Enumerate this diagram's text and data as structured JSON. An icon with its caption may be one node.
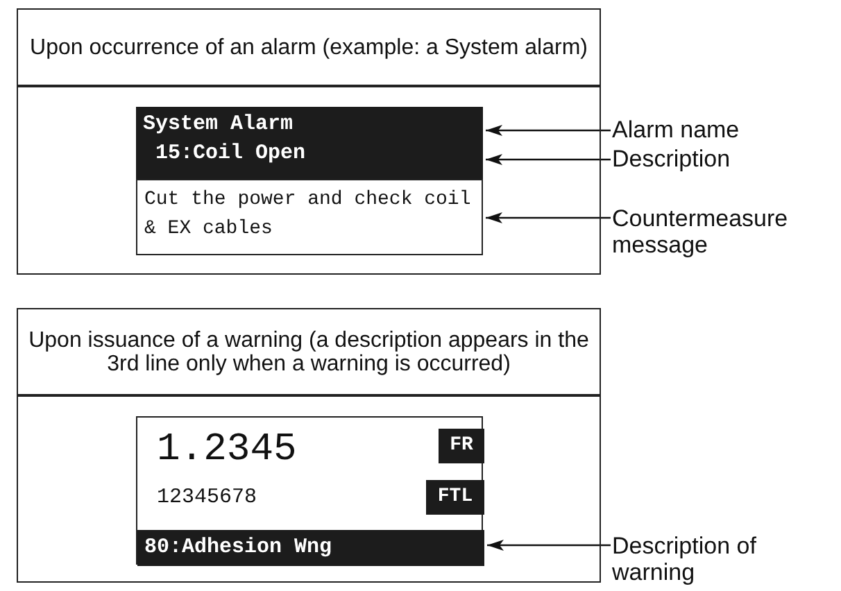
{
  "diagram": {
    "nodes": [
      {
        "text": [
          "Upon occurrence of an alarm (example: a System alarm)"
        ]
      },
      {
        "text": [
          "System Alarm",
          "15:Coil Open"
        ],
        "in": 0
      },
      {
        "text": [
          "Cut the power and check coil & EX cables"
        ],
        "in": 0
      },
      {
        "text": [
          "Alarm name"
        ]
      },
      {
        "text": [
          "Description"
        ]
      },
      {
        "text": [
          "Countermeasure message"
        ]
      },
      {
        "text": [
          "Upon issuance of a warning (a description appears in the 3rd line only when a warning is occurred)"
        ]
      },
      {
        "text": [
          "1.2345",
          "12345678"
        ],
        "in": 6
      },
      {
        "text": [
          "FR"
        ],
        "in": 7
      },
      {
        "text": [
          "FTL"
        ],
        "in": 7
      },
      {
        "text": [
          "80:Adhesion Wng"
        ],
        "in": 7
      },
      {
        "text": [
          "Description of warning"
        ]
      }
    ],
    "edges": [
      {
        "from": 3,
        "to": 1,
        "arrow": "to"
      },
      {
        "from": 4,
        "to": 1,
        "arrow": "to"
      },
      {
        "from": 5,
        "to": 2,
        "arrow": "to"
      },
      {
        "from": 11,
        "to": 10,
        "arrow": "to"
      }
    ]
  }
}
